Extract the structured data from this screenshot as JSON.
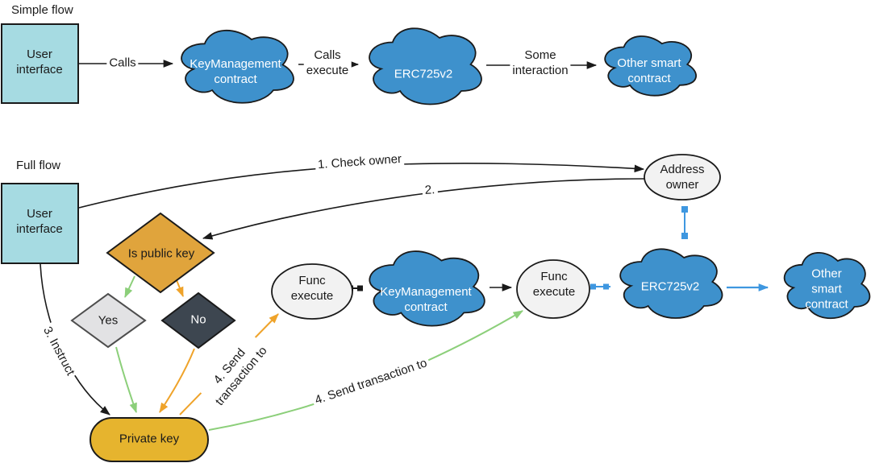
{
  "colors": {
    "cloud_blue": "#3E91CC",
    "box_cyan": "#A6DBE2",
    "decision_orange": "#E0A43C",
    "private_key_gold": "#E6B42E",
    "no_diamond_dark": "#3D4650",
    "yes_diamond_gray": "#E2E2E4",
    "ellipse_gray": "#F2F2F2",
    "arrow_green": "#8CCF7A",
    "arrow_orange": "#EFA32A",
    "arrow_blue": "#3E97E0",
    "stroke_dark": "#1A1A1A"
  },
  "simple_flow": {
    "title": "Simple flow",
    "user_interface": "User\ninterface",
    "edge_calls": "Calls",
    "keymanagement_contract": "KeyManagement\ncontract",
    "edge_calls_execute": "Calls\nexecute",
    "erc725v2": "ERC725v2",
    "edge_some_interaction": "Some\ninteraction",
    "other_smart_contract": "Other smart\ncontract"
  },
  "full_flow": {
    "title": "Full flow",
    "user_interface": "User\ninterface",
    "edge_1_check_owner": "1. Check owner",
    "edge_2": "2.",
    "address_owner": "Address\nowner",
    "is_public_key": "Is public key",
    "yes": "Yes",
    "no": "No",
    "edge_3_instruct": "3. Instruct",
    "private_key": "Private key",
    "edge_4_send_short": "4. Send\ntransaction to",
    "func_execute_left": "Func\nexecute",
    "keymanagement_contract": "KeyManagement\ncontract",
    "func_execute_right": "Func\nexecute",
    "edge_4_send_long": "4. Send transaction to",
    "erc725v2": "ERC725v2",
    "other_smart_contract": "Other smart\ncontract"
  }
}
